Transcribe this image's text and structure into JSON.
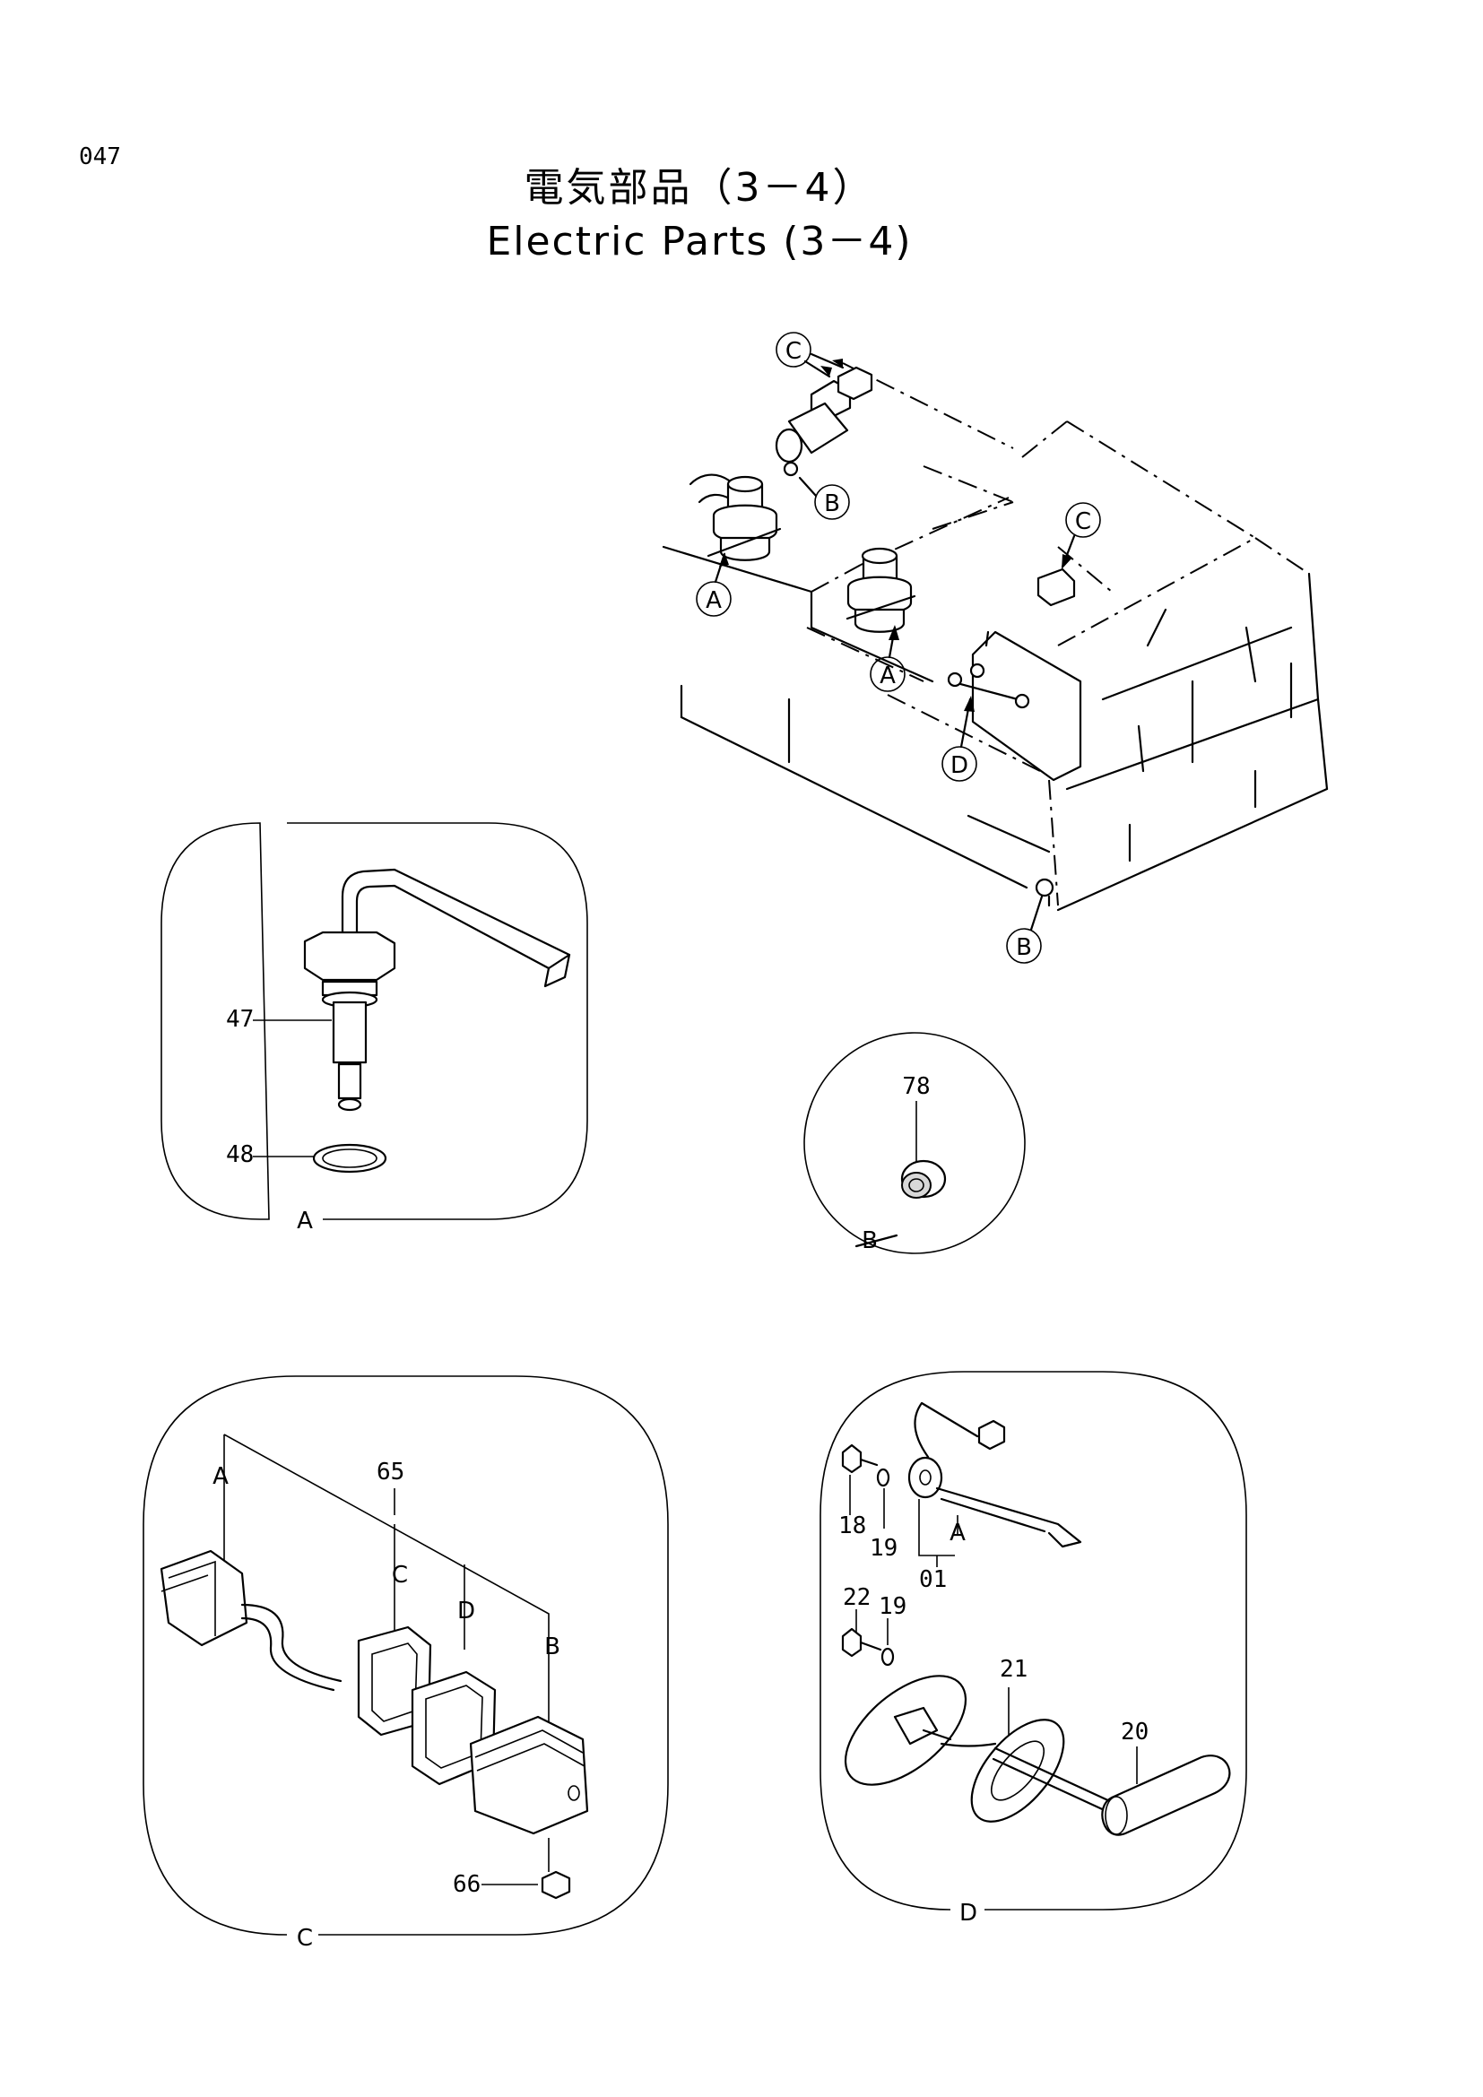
{
  "header": {
    "page_number": "047",
    "title_ja": "電気部品（3－4）",
    "title_en": "Electric Parts (3－4)"
  },
  "callouts": {
    "c_top": "C",
    "b_top": "B",
    "a_left": "A",
    "c_right": "C",
    "a_mid": "A",
    "d_mid": "D",
    "b_bottom": "B"
  },
  "detail_a": {
    "label": "A",
    "parts": [
      "47",
      "48"
    ]
  },
  "detail_b": {
    "label": "B",
    "parts": [
      "78"
    ]
  },
  "detail_c": {
    "label": "C",
    "parts": [
      "65",
      "66"
    ],
    "sub_labels": [
      "A",
      "C",
      "D",
      "B"
    ]
  },
  "detail_d": {
    "label": "D",
    "parts": [
      "18",
      "19",
      "01",
      "22",
      "19",
      "21",
      "20"
    ],
    "sub_labels": [
      "A"
    ]
  },
  "icons": {
    "connector": "connector-icon",
    "sender": "fuel-sender-icon",
    "switch": "pressure-switch-icon",
    "grommet": "grommet-icon",
    "lamp": "lamp-icon"
  }
}
